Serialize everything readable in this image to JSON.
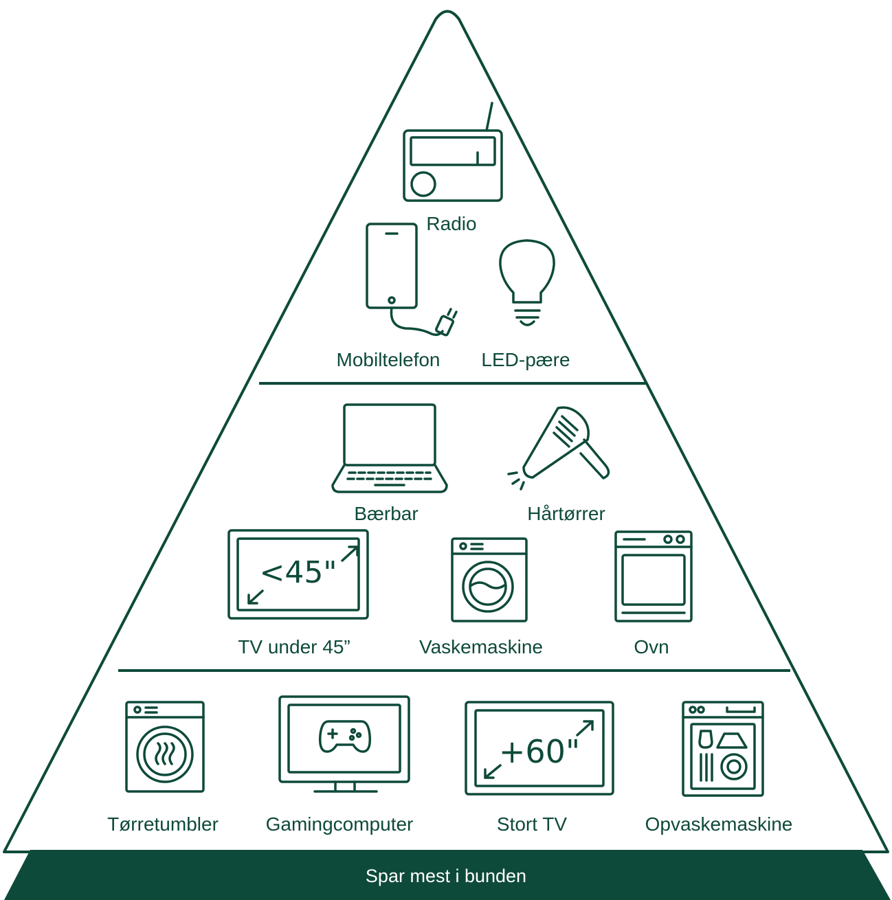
{
  "colors": {
    "primary": "#0e4a3a",
    "background": "#ffffff",
    "footer_text": "#ffffff"
  },
  "levels": [
    {
      "items": [
        {
          "label": "Radio",
          "icon": "radio-icon"
        },
        {
          "label": "Mobiltelefon",
          "icon": "mobile-phone-icon"
        },
        {
          "label": "LED-pære",
          "icon": "led-bulb-icon"
        }
      ]
    },
    {
      "items": [
        {
          "label": "Bærbar",
          "icon": "laptop-icon"
        },
        {
          "label": "Hårtørrer",
          "icon": "hair-dryer-icon"
        },
        {
          "label": "TV under 45”",
          "icon": "tv-small-icon"
        },
        {
          "label": "Vaskemaskine",
          "icon": "washing-machine-icon"
        },
        {
          "label": "Ovn",
          "icon": "oven-icon"
        }
      ]
    },
    {
      "items": [
        {
          "label": "Tørretumbler",
          "icon": "dryer-icon"
        },
        {
          "label": "Gamingcomputer",
          "icon": "gaming-computer-icon"
        },
        {
          "label": "Stort TV",
          "icon": "tv-large-icon"
        },
        {
          "label": "Opvaskemaskine",
          "icon": "dishwasher-icon"
        }
      ]
    }
  ],
  "icon_texts": {
    "tv_small": "<45\"",
    "tv_large": "+60\""
  },
  "footer": {
    "text": "Spar mest i bunden"
  }
}
